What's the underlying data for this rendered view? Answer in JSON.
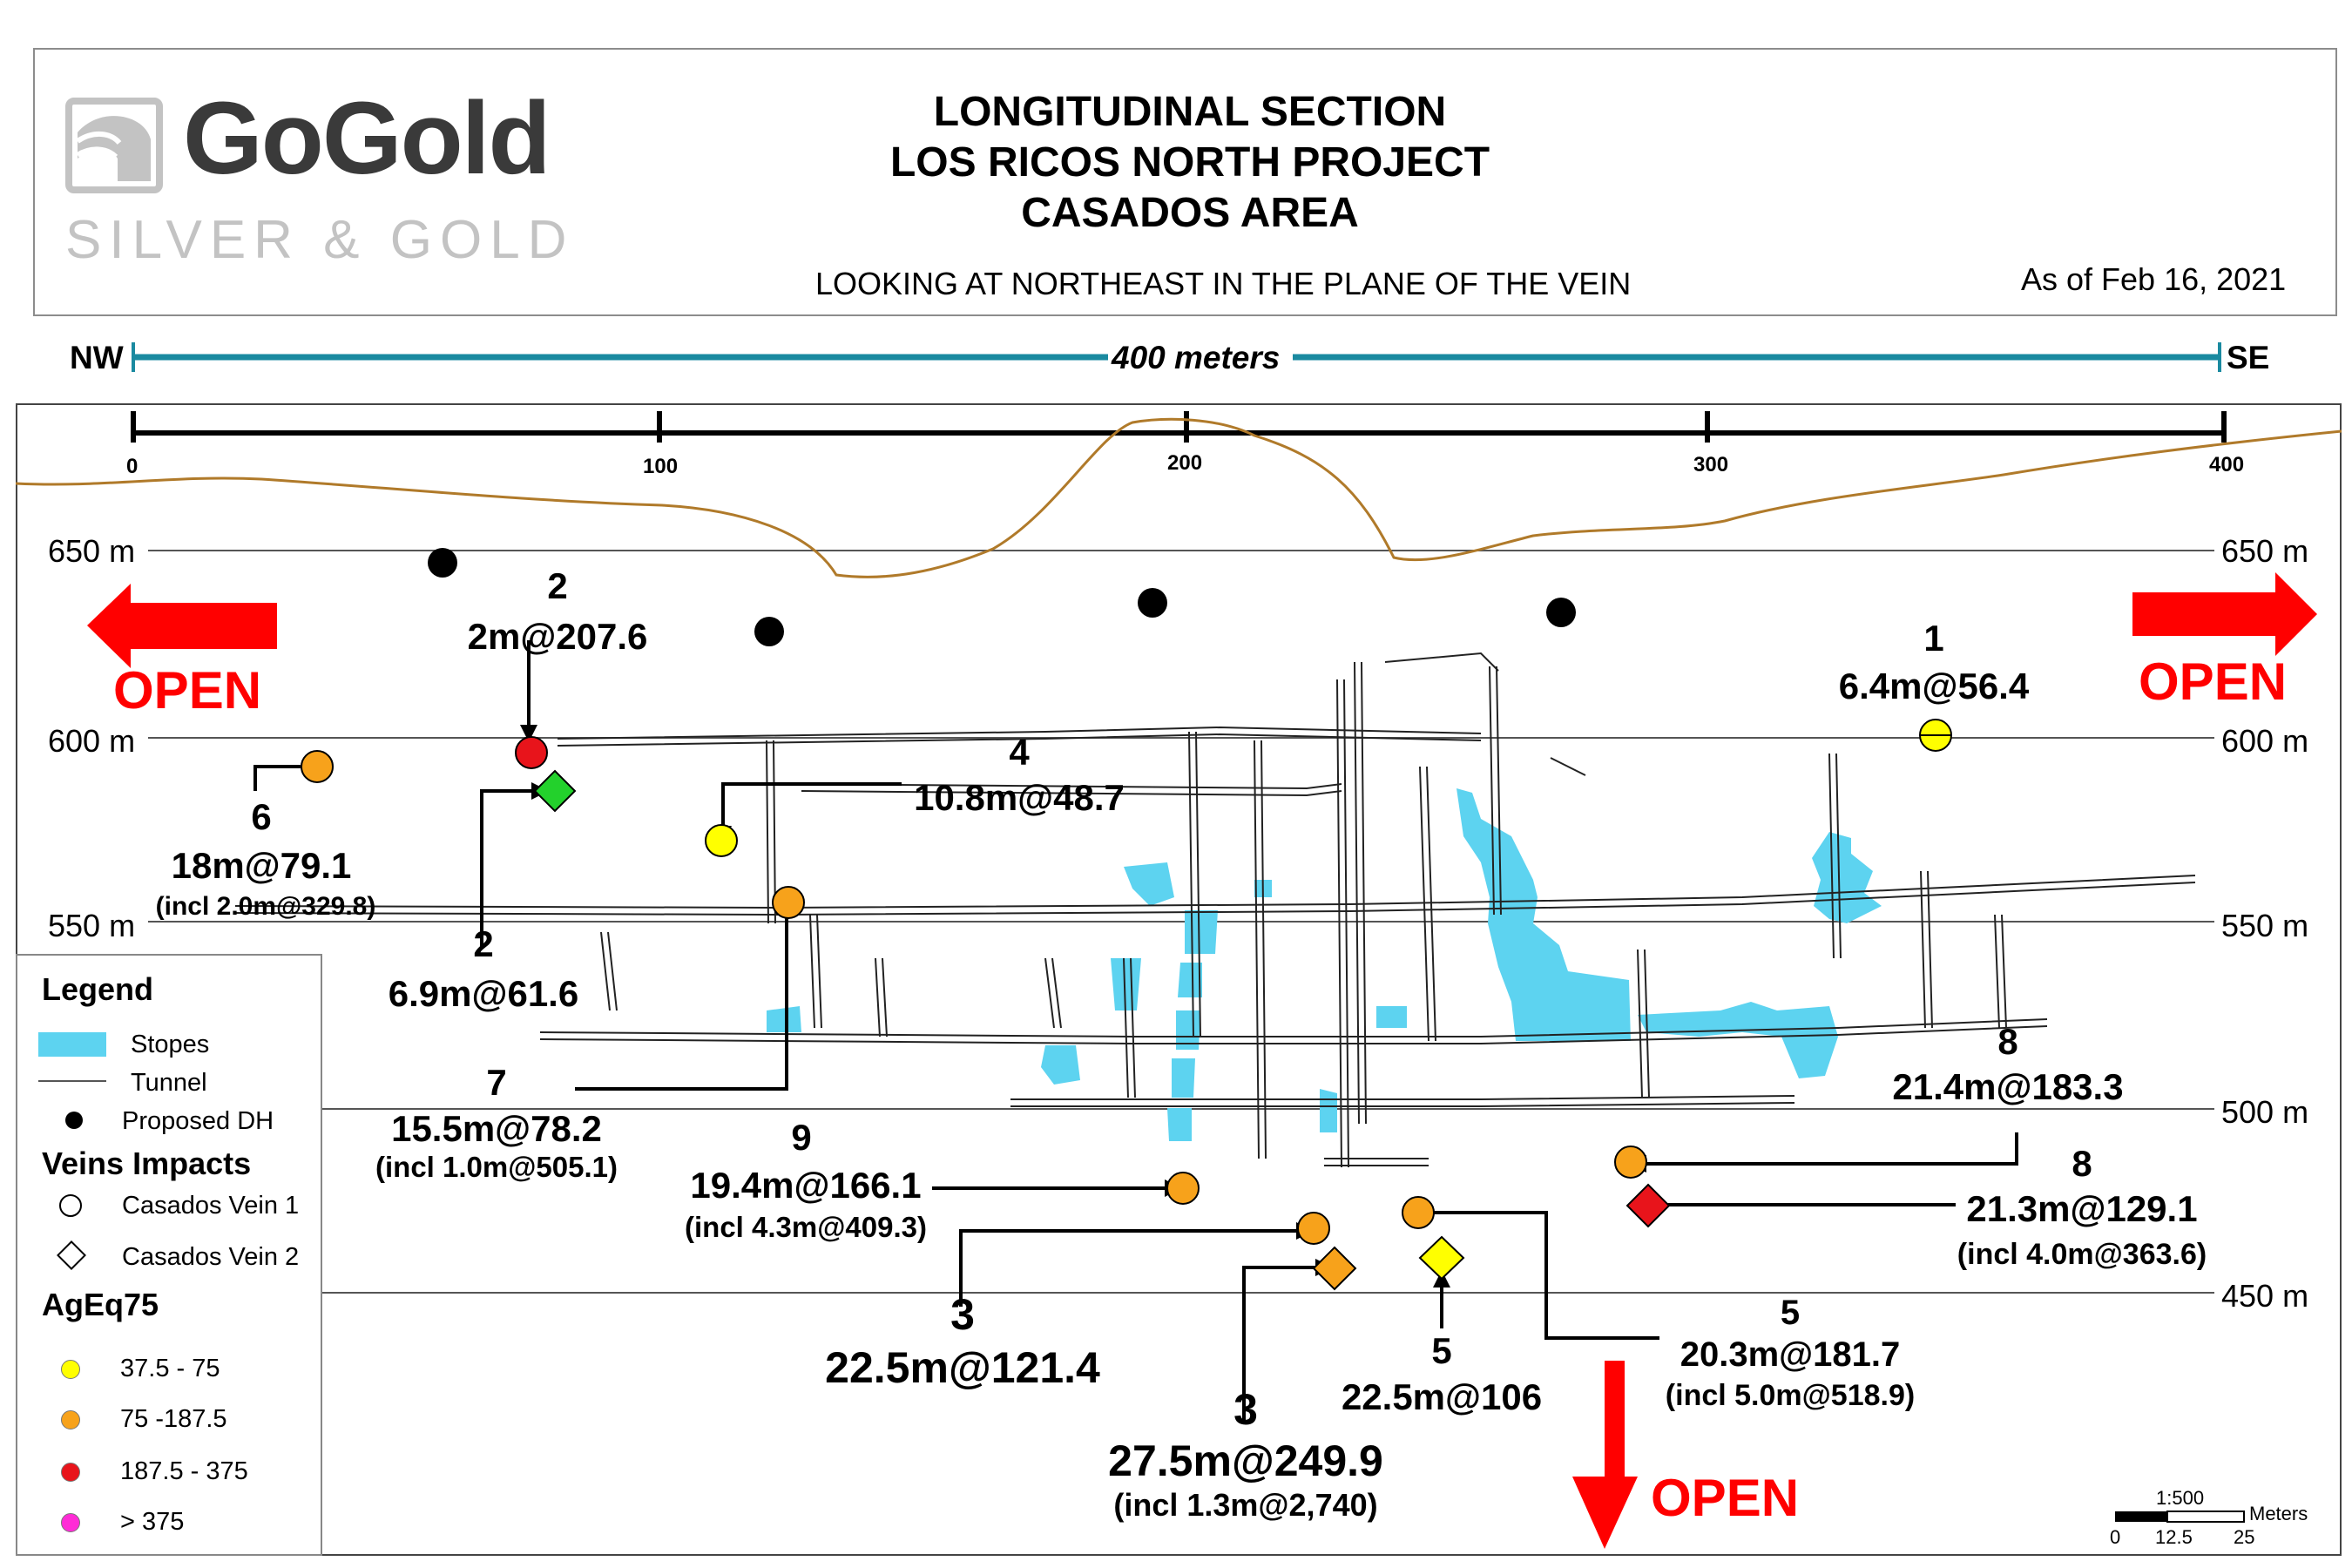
{
  "header": {
    "logo_main": "GoGold",
    "logo_sub": "SILVER & GOLD",
    "title_lines": [
      "LONGITUDINAL SECTION",
      "LOS RICOS NORTH PROJECT",
      "CASADOS AREA"
    ],
    "subtitle": "LOOKING AT NORTHEAST IN THE PLANE OF THE VEIN",
    "date": "As of Feb 16, 2021"
  },
  "scale": {
    "left": "NW",
    "right": "SE",
    "length_label": "400 meters"
  },
  "axis": {
    "ticks": [
      "0",
      "100",
      "200",
      "300",
      "400"
    ],
    "unit": "meters",
    "range": [
      0,
      400
    ]
  },
  "elevations": [
    "650 m",
    "600 m",
    "550 m",
    "500 m",
    "450 m"
  ],
  "open_label": "OPEN",
  "intercepts": [
    {
      "num": "2",
      "value": "2m@207.6",
      "incl": "",
      "vein": "Casados Vein 1",
      "class": "187.5 - 375"
    },
    {
      "num": "2",
      "value": "6.9m@61.6",
      "incl": "",
      "vein": "Casados Vein 2",
      "class": ""
    },
    {
      "num": "6",
      "value": "18m@79.1",
      "incl": "(incl 2.0m@329.8)",
      "vein": "Casados Vein 1",
      "class": "75 -187.5"
    },
    {
      "num": "4",
      "value": "10.8m@48.7",
      "incl": "",
      "vein": "Casados Vein 1",
      "class": "37.5 - 75"
    },
    {
      "num": "7",
      "value": "15.5m@78.2",
      "incl": "(incl 1.0m@505.1)",
      "vein": "Casados Vein 1",
      "class": "75 -187.5"
    },
    {
      "num": "9",
      "value": "19.4m@166.1",
      "incl": "(incl 4.3m@409.3)",
      "vein": "Casados Vein 1",
      "class": "75 -187.5"
    },
    {
      "num": "3",
      "value": "22.5m@121.4",
      "incl": "",
      "vein": "Casados Vein 1",
      "class": "75 -187.5"
    },
    {
      "num": "3",
      "value": "27.5m@249.9",
      "incl": "(incl 1.3m@2,740)",
      "vein": "Casados Vein 2",
      "class": "75 -187.5"
    },
    {
      "num": "5",
      "value": "22.5m@106",
      "incl": "",
      "vein": "Casados Vein 2",
      "class": "37.5 - 75"
    },
    {
      "num": "5",
      "value": "20.3m@181.7",
      "incl": "(incl 5.0m@518.9)",
      "vein": "Casados Vein 1",
      "class": "75 -187.5"
    },
    {
      "num": "1",
      "value": "6.4m@56.4",
      "incl": "",
      "vein": "Casados Vein 1",
      "class": "37.5 - 75"
    },
    {
      "num": "8",
      "value": "21.4m@183.3",
      "incl": "",
      "vein": "Casados Vein 1",
      "class": "75 -187.5"
    },
    {
      "num": "8",
      "value": "21.3m@129.1",
      "incl": "(incl 4.0m@363.6)",
      "vein": "Casados Vein 2",
      "class": "187.5 - 375"
    }
  ],
  "legend": {
    "title": "Legend",
    "items": [
      "Stopes",
      "Tunnel",
      "Proposed DH"
    ],
    "veins_title": "Veins Impacts",
    "veins": [
      "Casados Vein 1",
      "Casados Vein 2"
    ],
    "ageq_title": "AgEq75",
    "classes": [
      {
        "label": "37.5 - 75",
        "color": "#ffff00"
      },
      {
        "label": "75 -187.5",
        "color": "#f7a21b"
      },
      {
        "label": "187.5 - 375",
        "color": "#e8141b"
      },
      {
        "label": "> 375",
        "color": "#ff2bd6"
      }
    ]
  },
  "scalebar": {
    "ratio": "1:500",
    "unit": "Meters",
    "ticks": [
      "0",
      "12.5",
      "25"
    ]
  },
  "colors": {
    "stope": "#5dd3f0",
    "scale_line": "#1a8aa0",
    "topo": "#b07a2a",
    "open_arrow": "#ff0000",
    "vein2_green": "#23d12c"
  }
}
